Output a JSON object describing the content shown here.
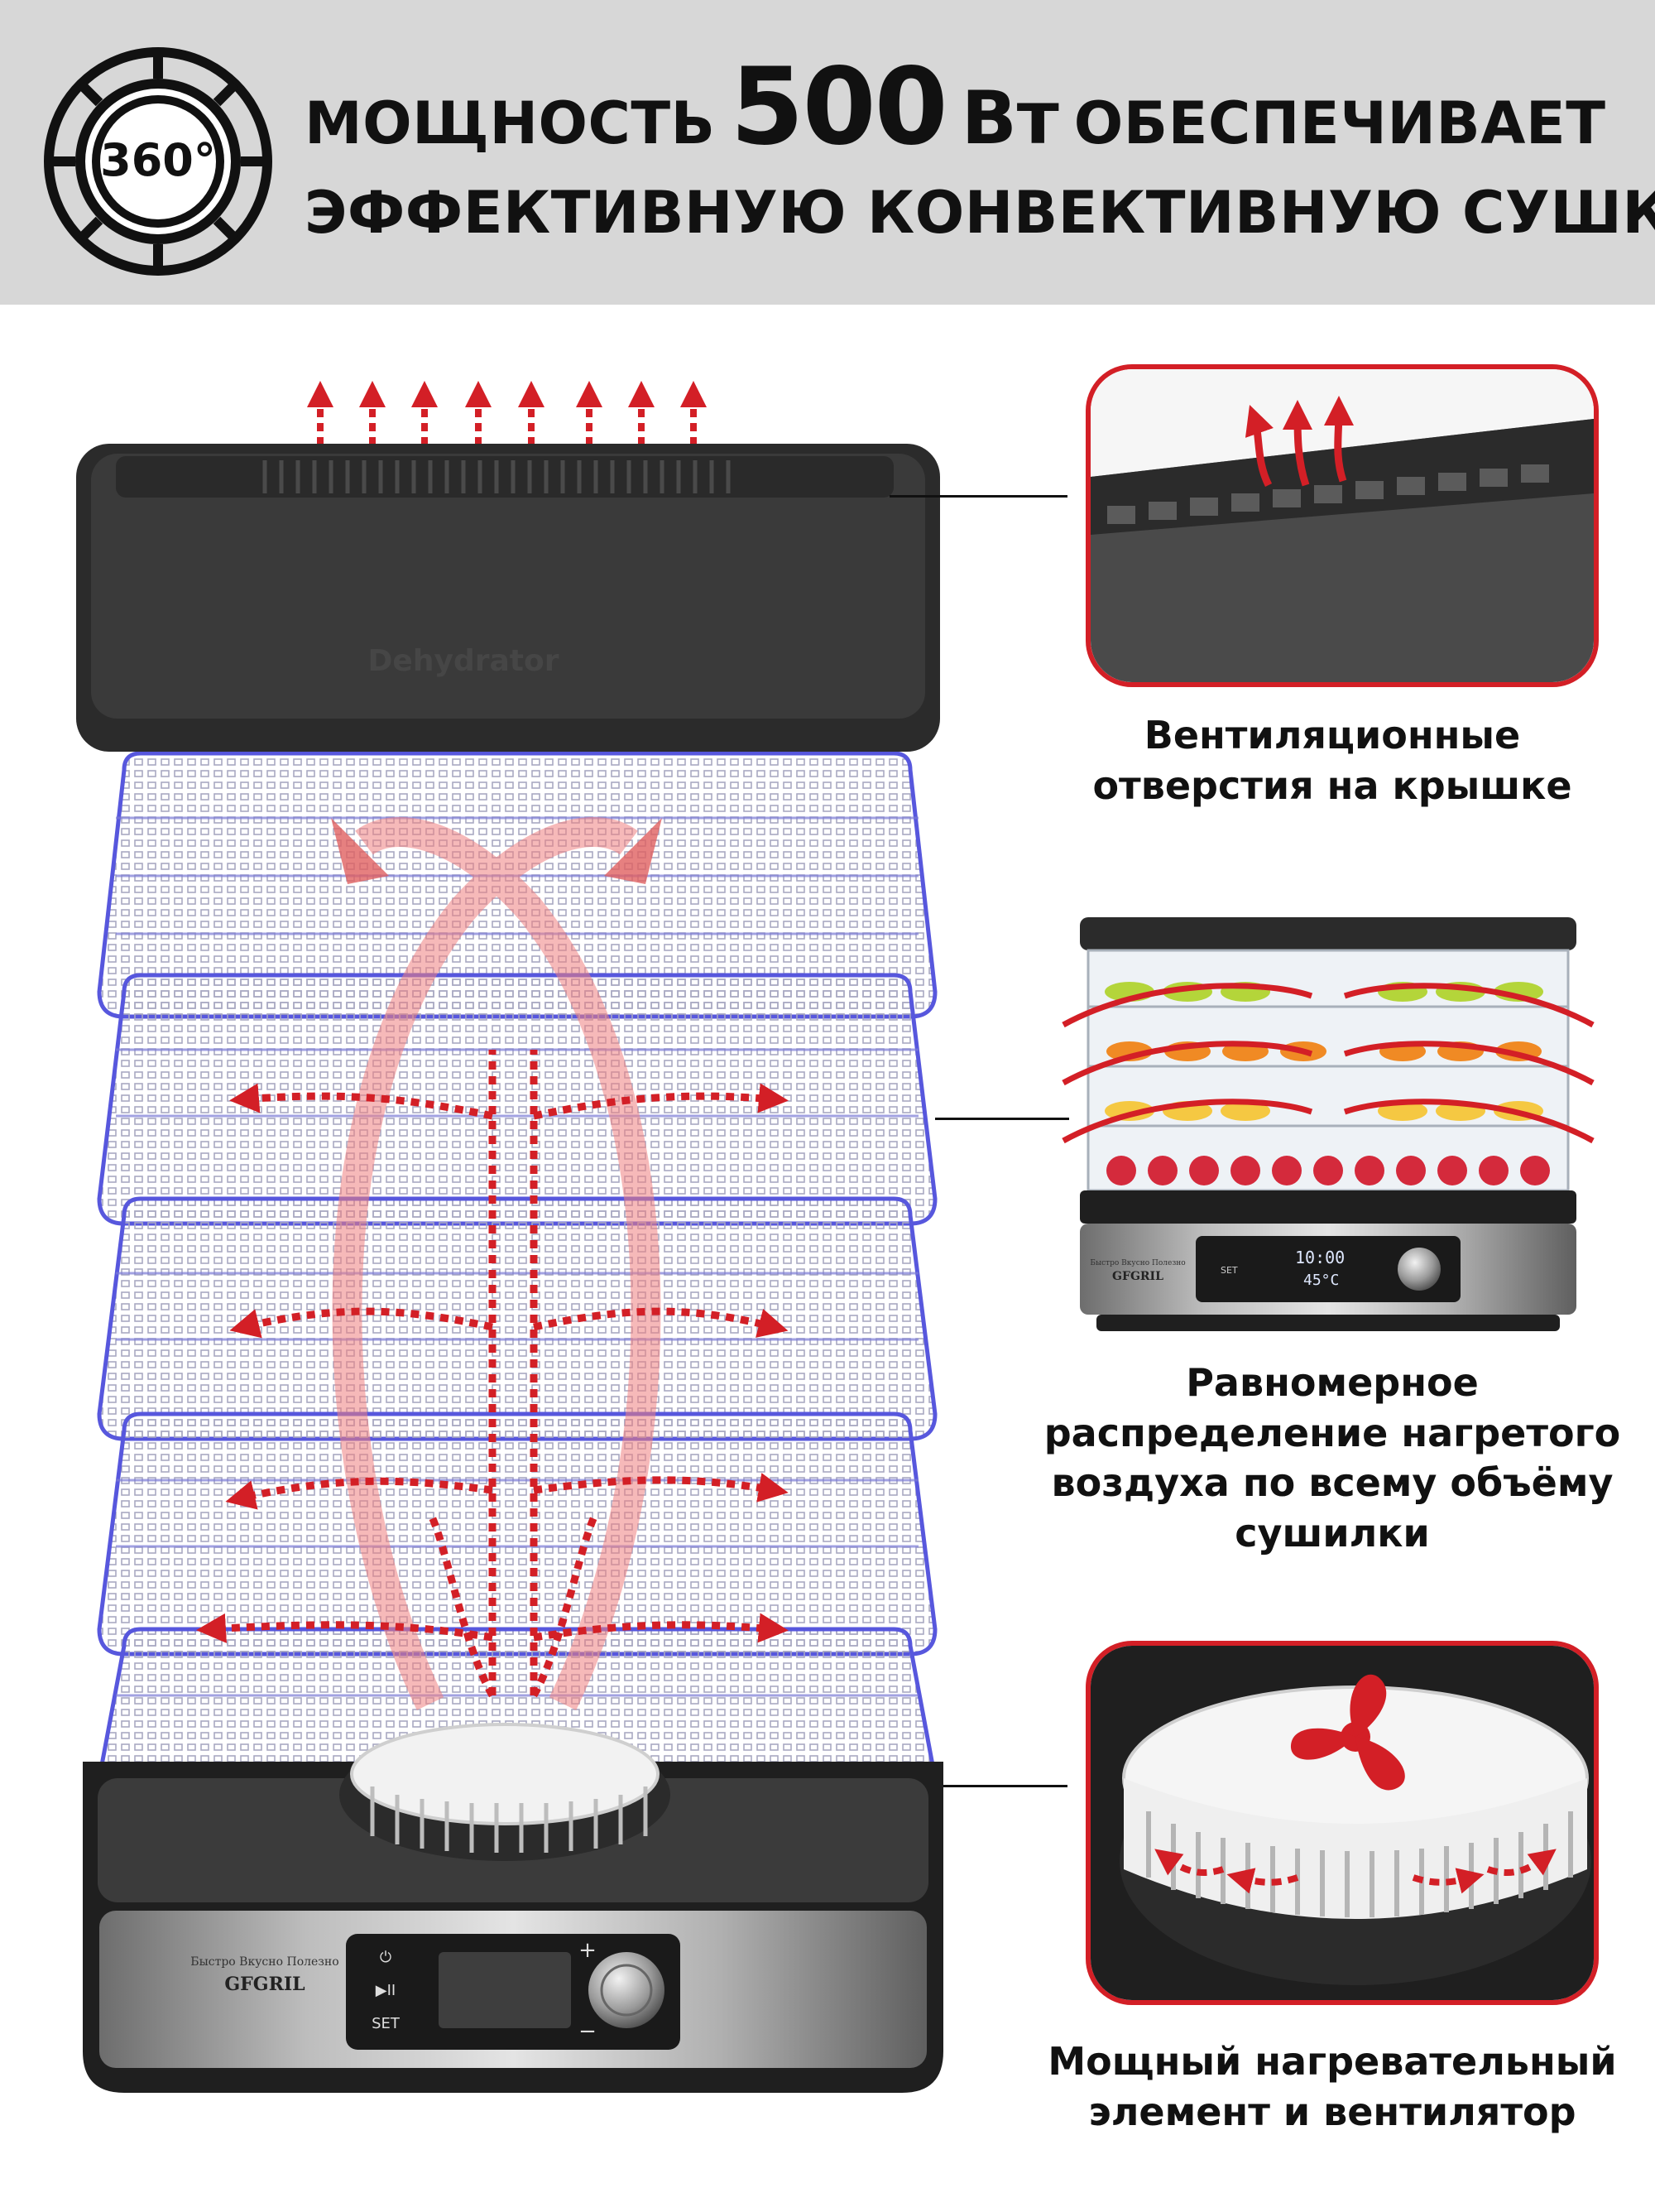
{
  "header": {
    "badge_label": "360°",
    "headline_part1": "МОЩНОСТЬ",
    "headline_power": "500",
    "headline_unit": "Вт",
    "headline_part2": "ОБЕСПЕЧИВАЕТ",
    "headline_line2": "ЭФФЕКТИВНУЮ КОНВЕКТИВНУЮ СУШКУ"
  },
  "product": {
    "lid_text": "Dehydrator",
    "brand_slogan": "Быстро Вкусно Полезно",
    "brand_logo": "GFGRIL",
    "button_play": "▶II",
    "button_set": "SET",
    "knob_plus": "+",
    "knob_minus": "−"
  },
  "features": [
    {
      "caption_lines": [
        "Вентиляционные",
        "отверстия на крышке"
      ]
    },
    {
      "caption_lines": [
        "Равномерное",
        "распределение нагретого",
        "воздуха по всему объёму",
        "сушилки"
      ],
      "display_time": "10:00",
      "display_temp": "45°C",
      "brand_logo": "GFGRIL",
      "slogan": "Быстро Вкусно Полезно",
      "set_label": "SET"
    },
    {
      "caption_lines": [
        "Мощный нагревательный",
        "элемент и вентилятор"
      ]
    }
  ],
  "colors": {
    "accent": "#d31f26",
    "banner": "#d7d7d7",
    "tray_blue": "#3a3ad8",
    "body_dark": "#2b2b2b"
  }
}
